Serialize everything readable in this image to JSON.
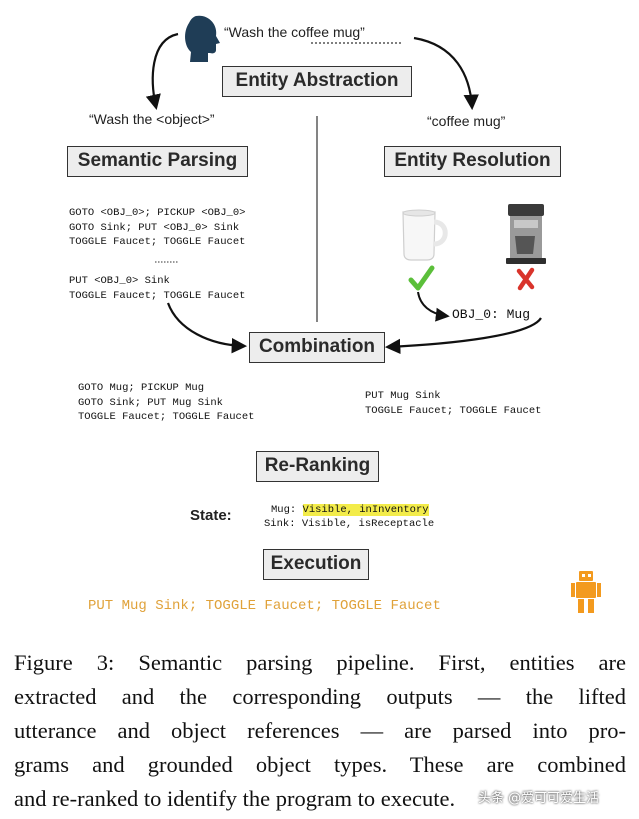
{
  "figure": {
    "utterance": "“Wash the coffee mug”",
    "lifted_utterance": "“Wash the <object>”",
    "object_reference": "“coffee mug”",
    "boxes": {
      "entity_abstraction": "Entity Abstraction",
      "semantic_parsing": "Semantic Parsing",
      "entity_resolution": "Entity Resolution",
      "combination": "Combination",
      "re_ranking": "Re-Ranking",
      "execution": "Execution"
    },
    "parse_programs": [
      "GOTO <OBJ_0>; PICKUP <OBJ_0>",
      "GOTO Sink; PUT <OBJ_0> Sink",
      "TOGGLE Faucet; TOGGLE Faucet",
      "PUT <OBJ_0> Sink",
      "TOGGLE Faucet; TOGGLE Faucet"
    ],
    "resolution_result": "OBJ_0: Mug",
    "combined_left": [
      "GOTO Mug; PICKUP Mug",
      "GOTO Sink; PUT Mug Sink",
      "TOGGLE Faucet; TOGGLE Faucet"
    ],
    "combined_right": [
      "PUT Mug Sink",
      "TOGGLE Faucet; TOGGLE Faucet"
    ],
    "state_label": "State:",
    "state": {
      "mug_key": "Mug:",
      "mug_value": "Visible, inInventory",
      "sink_key": "Sink:",
      "sink_value": "Visible, isReceptacle"
    },
    "execution_program": "PUT Mug Sink; TOGGLE Faucet; TOGGLE Faucet",
    "icons": [
      "person-head-icon",
      "mug-icon",
      "coffee-maker-icon",
      "check-icon",
      "cross-icon",
      "robot-icon"
    ],
    "colors": {
      "check": "#5bbf3a",
      "cross": "#d9342b",
      "execution": "#e0a23a",
      "robot": "#f39a1e",
      "highlight": "#f3ec4a"
    }
  },
  "caption": {
    "lines": [
      "Figure 3: Semantic parsing pipeline. First, entities are",
      "extracted and the corresponding outputs — the lifted",
      "utterance and object references — are parsed into pro-",
      "grams and grounded object types. These are combined",
      "and re-ranked to identify the program to execute."
    ]
  },
  "watermark": "头条 @爱可可爱生活"
}
